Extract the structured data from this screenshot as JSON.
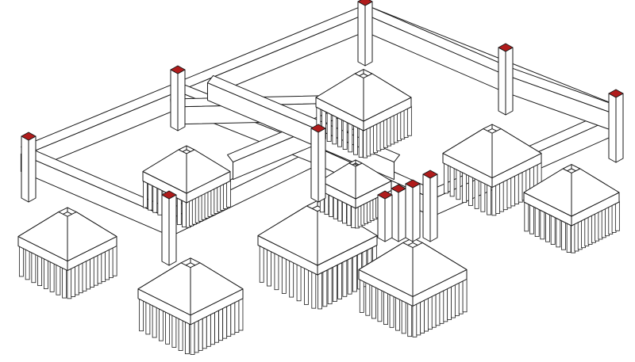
{
  "drawing": {
    "line_color": "#1a1a1a",
    "fill_color": "#ffffff",
    "column_cap_color": "#b01c1c",
    "pile_shade_color": "#d8d8d8"
  },
  "pile_caps": [
    {
      "id": "cap-1",
      "piles_front": 14,
      "piles_side": 9
    },
    {
      "id": "cap-2",
      "piles_front": 13,
      "piles_side": 8
    },
    {
      "id": "cap-3",
      "piles_front": 14,
      "piles_side": 9
    },
    {
      "id": "cap-4",
      "piles_front": 14,
      "piles_side": 9
    },
    {
      "id": "cap-5",
      "piles_front": 13,
      "piles_side": 8
    },
    {
      "id": "cap-6",
      "piles_front": 12,
      "piles_side": 8
    },
    {
      "id": "cap-7",
      "piles_front": 13,
      "piles_side": 8
    },
    {
      "id": "cap-8",
      "piles_front": 14,
      "piles_side": 9
    },
    {
      "id": "cap-9",
      "piles_front": 12,
      "piles_side": 8
    }
  ]
}
